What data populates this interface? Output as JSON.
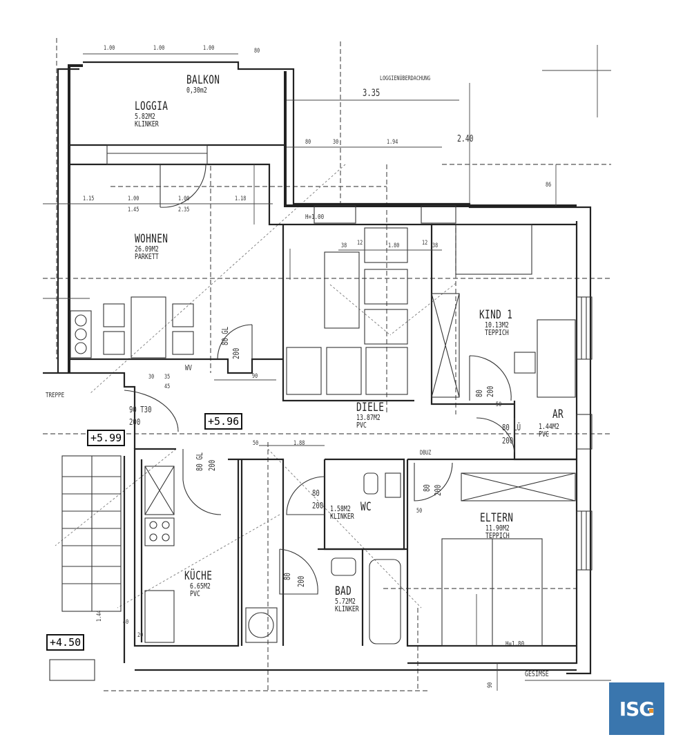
{
  "rooms": {
    "loggia": {
      "name": "LOGGIA",
      "area": "5.82M2",
      "floor": "KLINKER"
    },
    "balkon": {
      "name": "BALKON",
      "area": "0,30m2"
    },
    "wohnen": {
      "name": "WOHNEN",
      "area": "26.09M2",
      "floor": "PARKETT"
    },
    "kind1": {
      "name": "KIND  1",
      "area": "10.13M2",
      "floor": "TEPPICH"
    },
    "diele": {
      "name": "DIELE",
      "area": "13.87M2",
      "floor": "PVC"
    },
    "ar": {
      "name": "AR",
      "area": "1.44M2",
      "floor": "PVC"
    },
    "wc": {
      "name": "WC",
      "area": "1.58M2",
      "floor": "KLINKER"
    },
    "eltern": {
      "name": "ELTERN",
      "area": "11.90M2",
      "floor": "TEPPICH"
    },
    "kueche": {
      "name": "KÜCHE",
      "area": "6.65M2",
      "floor": "PVC"
    },
    "bad": {
      "name": "BAD",
      "area": "5.72M2",
      "floor": "KLINKER"
    }
  },
  "levels": {
    "diele": "+5.96",
    "entry": "+5.99",
    "stair": "+4.50"
  },
  "notes": {
    "roof": "LOGGIENÜBERDACHUNG",
    "cornice": "GESIMSE",
    "stair": "TREPPE",
    "wv": "WV",
    "dbuz": "DBUZ",
    "h100": "H=1.00",
    "h180": "H=1.80"
  },
  "dimensions": {
    "top1": "1.00",
    "top2": "1.00",
    "top3": "1.00",
    "top_right": "80",
    "roof_w": "3.35",
    "roof_h": "2.40",
    "r80": "80",
    "r30": "30",
    "r194": "1.94",
    "r86": "86",
    "w145": "1.45",
    "w235": "2.35",
    "w100": "1.00",
    "w100b": "1.00",
    "w115": "1.15",
    "w118": "1.18",
    "d38a": "38",
    "d12a": "12",
    "d180": "1.80",
    "d12b": "12",
    "d38b": "38",
    "door_entry_w": "90  T30",
    "door_entry_h": "200",
    "door_wohnen_w": "80 GL",
    "door_wohnen_h": "200",
    "door_kueche_w": "80 GL",
    "door_kueche_h": "200",
    "door_kind_w": "80",
    "door_kind_h": "200",
    "door_ar_w": "80  LÜ",
    "door_ar_h": "200",
    "door_wc_w": "80",
    "door_wc_h": "200",
    "door_bad_w": "80",
    "door_bad_h": "200",
    "door_eltern_w": "80",
    "door_eltern_h": "200",
    "d90": "90",
    "d50a": "50",
    "d50b": "50",
    "d50c": "50",
    "d188": "1.88",
    "d30": "30",
    "d35": "35",
    "d45": "45",
    "d20": "20",
    "d40": "40",
    "d144": "1.44",
    "d90b": "90"
  },
  "logo": {
    "text": "ISG",
    "color": "#3a76ae",
    "dot_color": "#e38f2b"
  }
}
